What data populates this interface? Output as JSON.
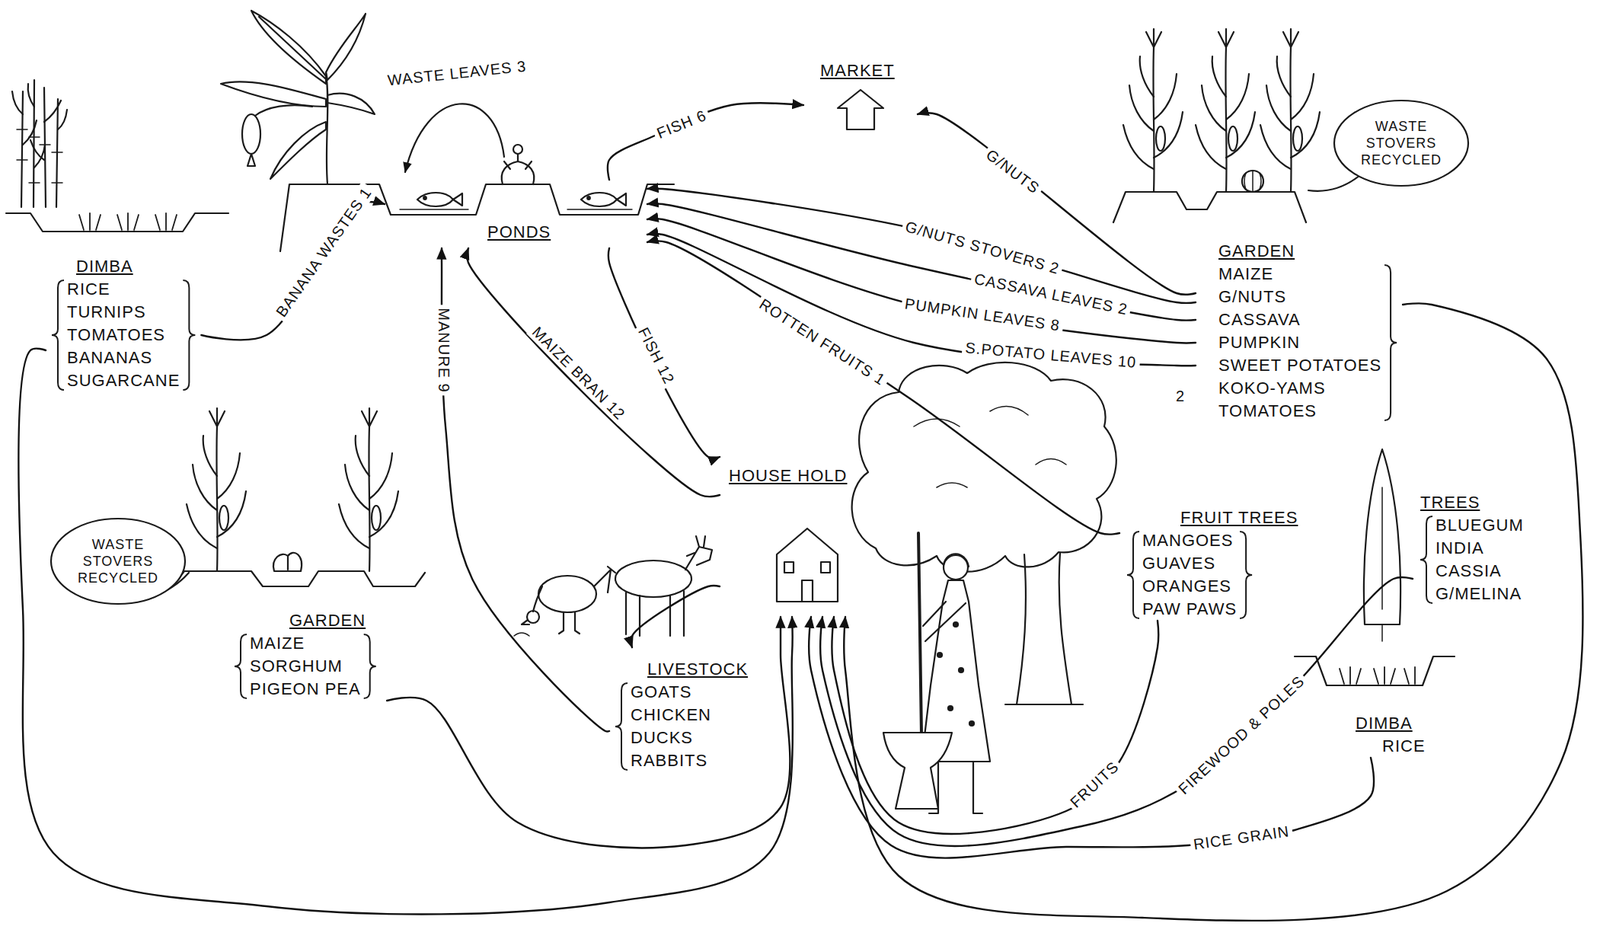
{
  "diagram": {
    "nodes": [
      {
        "text": [
          "DIMBA",
          "RICE",
          "TURNIPS",
          "TOMATOES",
          "BANANAS",
          "SUGARCANE"
        ]
      },
      {
        "text": [
          "PONDS"
        ]
      },
      {
        "text": [
          "MARKET"
        ]
      },
      {
        "text": [
          "WASTE STOVERS RECYCLED"
        ]
      },
      {
        "text": [
          "GARDEN",
          "MAIZE",
          "G/NUTS",
          "CASSAVA",
          "PUMPKIN",
          "SWEET POTATOES",
          "KOKO-YAMS",
          "TOMATOES"
        ]
      },
      {
        "text": [
          "HOUSE HOLD"
        ]
      },
      {
        "text": [
          "LIVESTOCK",
          "GOATS",
          "CHICKEN",
          "DUCKS",
          "RABBITS"
        ]
      },
      {
        "text": [
          "WASTE STOVERS RECYCLED"
        ]
      },
      {
        "text": [
          "GARDEN",
          "MAIZE",
          "SORGHUM",
          "PIGEON PEA"
        ]
      },
      {
        "text": [
          "FRUIT TREES",
          "MANGOES",
          "GUAVES",
          "ORANGES",
          "PAW PAWS"
        ]
      },
      {
        "text": [
          "TREES",
          "BLUEGUM",
          "INDIA",
          "CASSIA",
          "G/MELINA"
        ]
      },
      {
        "text": [
          "DIMBA",
          "RICE"
        ]
      }
    ],
    "edges": [
      {
        "from": 0,
        "to": 1,
        "label": "BANANA WASTES 1",
        "arrow": "to"
      },
      {
        "from": 1,
        "to": 2,
        "label": "FISH 6",
        "arrow": "to"
      },
      {
        "from": 4,
        "to": 2,
        "label": "G/NUTS",
        "arrow": "to"
      },
      {
        "from": 4,
        "to": 1,
        "label": "G/NUTS STOVERS 2",
        "arrow": "to"
      },
      {
        "from": 4,
        "to": 1,
        "label": "CASSAVA LEAVES 2",
        "arrow": "to"
      },
      {
        "from": 4,
        "to": 1,
        "label": "PUMPKIN LEAVES 8",
        "arrow": "to"
      },
      {
        "from": 4,
        "to": 1,
        "label": "S.POTATO LEAVES 10",
        "arrow": "to"
      },
      {
        "from": 9,
        "to": 1,
        "label": "ROTTEN FRUITS 1",
        "arrow": "to"
      },
      {
        "from": 1,
        "to": 5,
        "label": "FISH 12",
        "arrow": "to"
      },
      {
        "from": 5,
        "to": 1,
        "label": "MAIZE BRAN 12",
        "arrow": "to"
      },
      {
        "from": 6,
        "to": 1,
        "label": "MANURE 9",
        "arrow": "to"
      },
      {
        "from": 5,
        "to": 6,
        "arrow": "to"
      },
      {
        "from": 0,
        "to": 5,
        "arrow": "to"
      },
      {
        "from": 8,
        "to": 5,
        "arrow": "to"
      },
      {
        "from": 4,
        "to": 5,
        "arrow": "to"
      },
      {
        "from": 9,
        "to": 5,
        "label": "FRUITS",
        "arrow": "to"
      },
      {
        "from": 10,
        "to": 5,
        "label": "FIREWOOD & POLES",
        "arrow": "to"
      },
      {
        "from": 11,
        "to": 5,
        "label": "RICE GRAIN",
        "arrow": "to"
      }
    ],
    "labels": [
      "WASTE LEAVES 3",
      "2"
    ]
  }
}
